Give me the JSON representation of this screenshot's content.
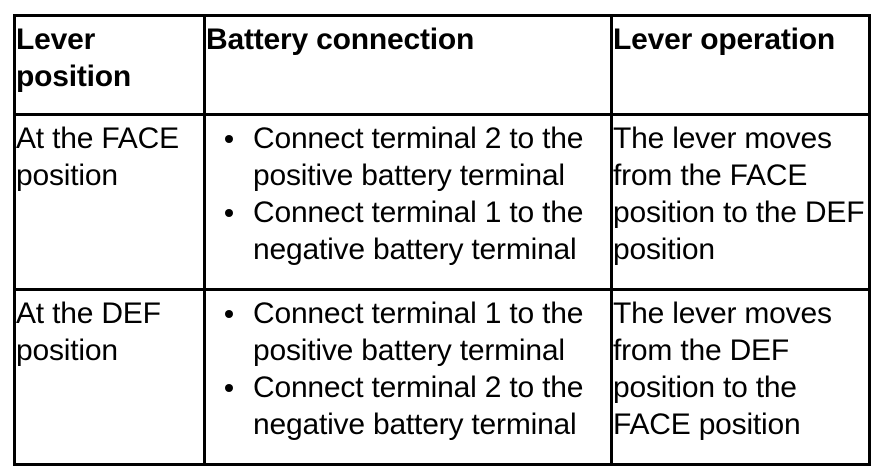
{
  "table": {
    "columns": [
      {
        "key": "lever_position",
        "header": "Lever position"
      },
      {
        "key": "battery_connection",
        "header": "Battery connection"
      },
      {
        "key": "lever_operation",
        "header": "Lever operation"
      }
    ],
    "bullet_glyph": "bullet-dot-icon",
    "border_color": "#000000",
    "background_color": "#ffffff",
    "text_color": "#000000",
    "rows": [
      {
        "lever_position": "At the FACE position",
        "battery_connection": [
          "Connect terminal 2 to the positive battery terminal",
          "Connect terminal 1 to the negative battery terminal"
        ],
        "lever_operation": "The lever moves from the FACE position to the DEF position"
      },
      {
        "lever_position": "At the DEF position",
        "battery_connection": [
          "Connect terminal 1 to the positive battery terminal",
          "Connect terminal 2 to the negative battery terminal"
        ],
        "lever_operation": "The lever moves from the DEF position to the FACE position"
      }
    ]
  }
}
